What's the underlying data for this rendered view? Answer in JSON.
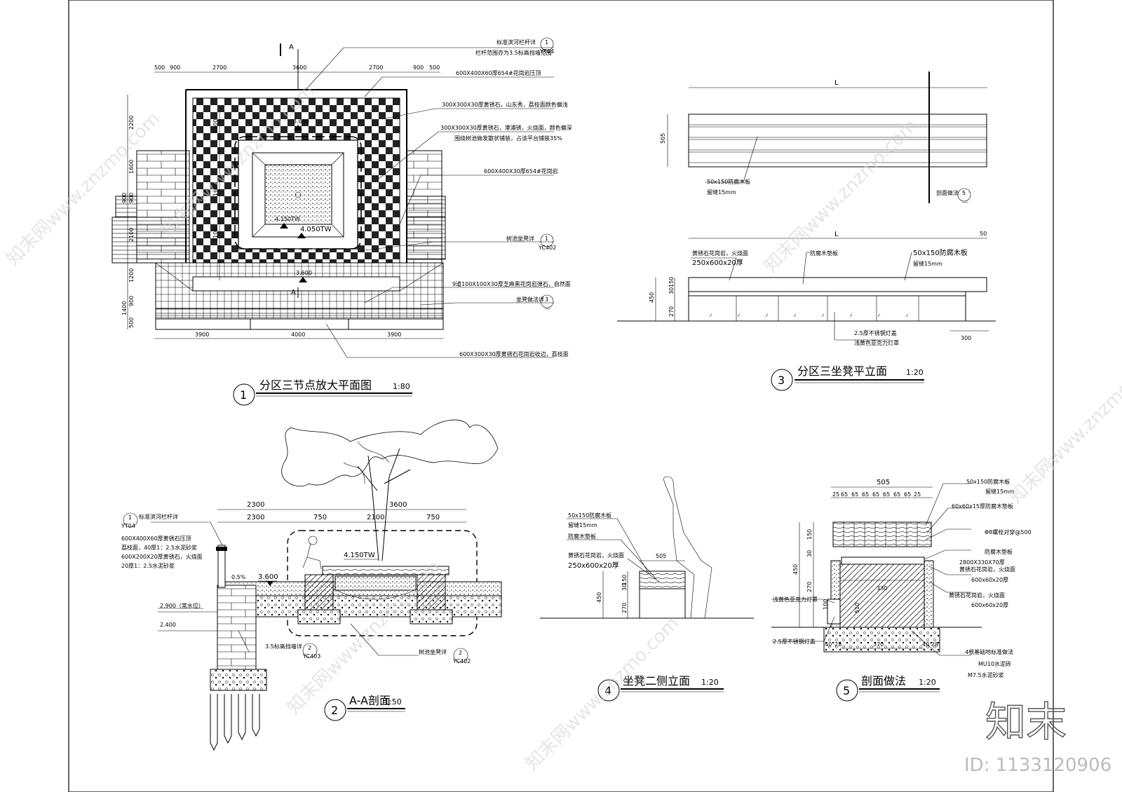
{
  "sheet": {
    "watermark_text": "知末网www.znzmo.com",
    "logo_text": "知末",
    "id_text": "ID: 1133120906"
  },
  "drawing1": {
    "number": "1",
    "title": "分区三节点放大平面图",
    "scale": "1:80",
    "section_mark": "A",
    "top_dims": [
      "500",
      "900",
      "2700",
      "3600",
      "2700",
      "900",
      "500"
    ],
    "bottom_dims": [
      "3900",
      "4000",
      "3900"
    ],
    "left_dims": [
      "2200",
      "1600",
      "900",
      "900",
      "2100",
      "1200",
      "900",
      "1400",
      "500"
    ],
    "elev_labels": [
      "3.600",
      "4.150TW",
      "4.050TW",
      "3.600"
    ],
    "inner_dims": [
      "2300",
      "1600",
      "2100"
    ],
    "callouts": [
      {
        "text": "标准滨河栏杆详",
        "ref_num": "1",
        "ref_sheet": "YT04"
      },
      {
        "text": "栏杆范围亦为3.5标高挡墙范围"
      },
      {
        "text": "600X400X60厚654#花岗岩压顶"
      },
      {
        "text": "300X300X30厚黄锈石，山东秀，荔枝面颜色偏浅"
      },
      {
        "text": "300X300X30厚黄锈石，港浦锈，火烧面，颜色偏深"
      },
      {
        "text": "围绕树池做发散状铺装，占该平台铺装35%"
      },
      {
        "text": "600X400X30厚654#花岗岩"
      },
      {
        "text": "树池坐凳详",
        "ref_num": "1",
        "ref_sheet": "YC402"
      },
      {
        "text": "9道100X100X30厚芝麻黑花岗岩弹石，自然面"
      },
      {
        "text": "坐凳做法详",
        "ref_num": "3",
        "ref_sheet": "—"
      },
      {
        "text": "600X300X30厚黄锈石花岗岩收边，荔枝面"
      }
    ]
  },
  "drawing2": {
    "number": "2",
    "title": "A-A剖面",
    "scale": "1:50",
    "dims_top": [
      "2300",
      "3600"
    ],
    "dims_mid": [
      "2300",
      "750",
      "2100",
      "750"
    ],
    "elev": [
      "4.150TW",
      "3.600",
      "2.900（常水位）",
      "2.400"
    ],
    "slope": "0.5%",
    "callouts": [
      {
        "text": "标准滨河栏杆详",
        "ref_num": "1",
        "ref_sheet": "YT04"
      },
      {
        "text": "600X400X60厚黄锈石压顶"
      },
      {
        "text": "荔枝面，40厚1：2.5水泥砂浆"
      },
      {
        "text": "600X200X20厚黄锈石，火烧面"
      },
      {
        "text": "20厚1：2.5水泥砂浆"
      },
      {
        "text": "3.5标高挡墙详",
        "ref_num": "2",
        "ref_sheet": "YC403"
      },
      {
        "text": "树池坐凳详",
        "ref_num": "2",
        "ref_sheet": "YC402"
      }
    ]
  },
  "drawing3": {
    "number": "3",
    "title": "分区三坐凳平立面",
    "scale": "1:20",
    "length_label": "L",
    "dims": [
      "505",
      "450",
      "270",
      "30",
      "150",
      "50",
      "300"
    ],
    "callouts": [
      {
        "text": "50x150防腐木板"
      },
      {
        "text": "留缝15mm"
      },
      {
        "text": "剖面做法",
        "ref_num": "5",
        "ref_sheet": "—"
      },
      {
        "text": "黄锈石花岗岩，火烧面"
      },
      {
        "text": "250x600x20厚"
      },
      {
        "text": "防腐木垫板"
      },
      {
        "text": "50x150防腐木板"
      },
      {
        "text": "留缝15mm"
      },
      {
        "text": "2.5厚不锈钢灯盖"
      },
      {
        "text": "浅黄色亚克力灯罩"
      }
    ]
  },
  "drawing4": {
    "number": "4",
    "title": "坐凳二侧立面",
    "scale": "1:20",
    "dims": [
      "505",
      "450",
      "270",
      "30",
      "150"
    ],
    "callouts": [
      {
        "text": "50x150防腐木板"
      },
      {
        "text": "留缝15mm"
      },
      {
        "text": "防腐木垫板"
      },
      {
        "text": "黄锈石花岗岩，火烧面"
      },
      {
        "text": "250x600x20厚"
      }
    ]
  },
  "drawing5": {
    "number": "5",
    "title": "剖面做法",
    "scale": "1:20",
    "top_dim": "505",
    "sub_dims": [
      "25",
      "65",
      "65",
      "65",
      "65",
      "65",
      "65",
      "65",
      "25"
    ],
    "inner_dims": [
      "330",
      "510",
      "370",
      "40",
      "28",
      "40",
      "28"
    ],
    "left_dims": [
      "450",
      "150",
      "30",
      "270",
      "100"
    ],
    "callouts": [
      {
        "text": "50x150防腐木板"
      },
      {
        "text": "留缝15mm"
      },
      {
        "text": "60x60x15厚防腐木垫板"
      },
      {
        "text": "Φ8螺栓对穿@500"
      },
      {
        "text": "防腐木垫板"
      },
      {
        "text": "2800X330X70厚"
      },
      {
        "text": "黄锈石花岗岩，火烧面"
      },
      {
        "text": "600x60x20厚"
      },
      {
        "text": "黄锈石花岗岩，火烧面"
      },
      {
        "text": "600x60x20厚"
      },
      {
        "text": "4根基础地标准做法"
      },
      {
        "text": "MU10水泥砖"
      },
      {
        "text": "M7.5水泥砂浆"
      },
      {
        "text": "浅黄色亚克力灯罩"
      },
      {
        "text": "2.5厚不锈钢灯盖"
      }
    ]
  }
}
